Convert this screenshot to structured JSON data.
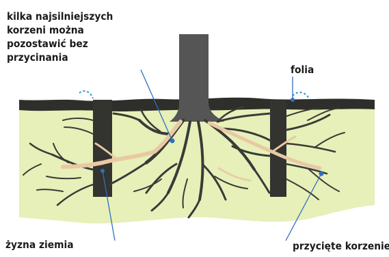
{
  "labels": {
    "keep_roots_lines": [
      "kilka najsilniejszych",
      "korzeni można",
      "pozostawić bez",
      "przycinania"
    ],
    "foil": "folia",
    "fertile_soil": "żyzna ziemia",
    "pruned_roots": "przycięte korzenie"
  },
  "colors": {
    "soil": "#e6f0b8",
    "surface": "#2e2e2a",
    "trunk": "#555555",
    "roots_light": "#e8c9a4",
    "roots_dark": "#3a3a38",
    "foil_barrier": "#33332f",
    "leader_line": "#2f6fc0"
  }
}
